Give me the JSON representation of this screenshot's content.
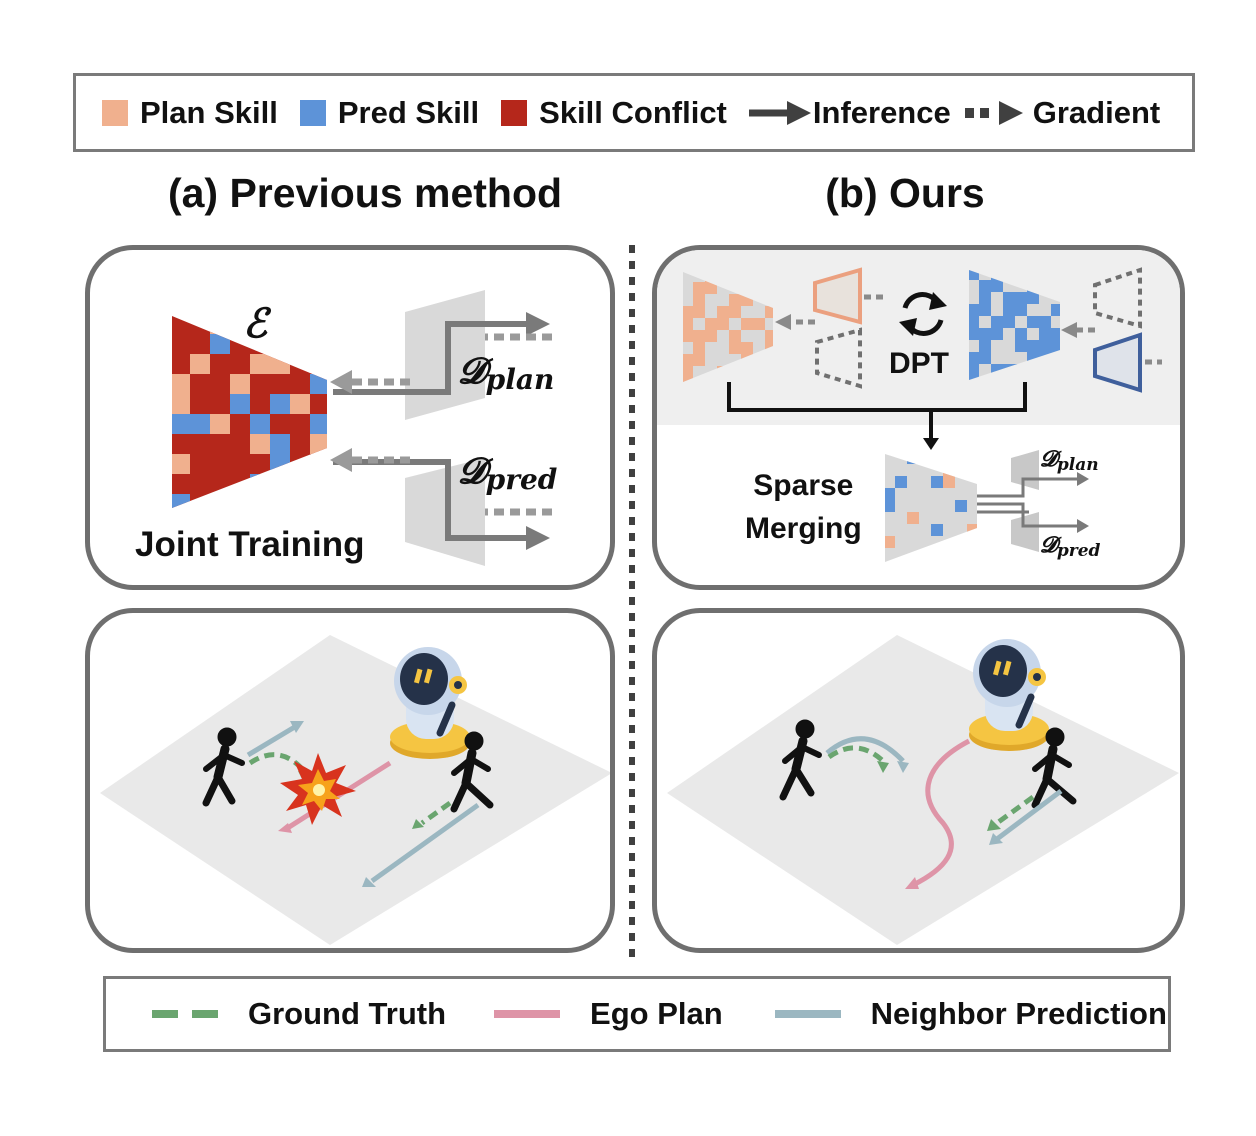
{
  "legend_top": {
    "plan_skill": "Plan Skill",
    "pred_skill": "Pred Skill",
    "skill_conflict": "Skill Conflict",
    "inference": "Inference",
    "gradient": "Gradient"
  },
  "colors": {
    "plan": "#f0b08e",
    "pred": "#5d93d8",
    "conflict": "#b5271b",
    "gray": "#d9d9d9",
    "ground_truth": "#6aa56f",
    "ego_plan": "#de94a7",
    "neighbor": "#9bb7c1"
  },
  "left": {
    "title": "(a) Previous method",
    "encoder_symbol": "ℰ",
    "d_plan": {
      "base": "𝓓",
      "sub": "plan"
    },
    "d_pred": {
      "base": "𝓓",
      "sub": "pred"
    },
    "joint_training": "Joint Training"
  },
  "right": {
    "title": "(b) Ours",
    "dpt": "DPT",
    "sparse_merging_line1": "Sparse",
    "sparse_merging_line2": "Merging",
    "d_plan": {
      "base": "𝓓",
      "sub": "plan"
    },
    "d_pred": {
      "base": "𝓓",
      "sub": "pred"
    }
  },
  "legend_bottom": {
    "ground_truth": "Ground Truth",
    "ego_plan": "Ego Plan",
    "neighbor_prediction": "Neighbor Prediction"
  }
}
